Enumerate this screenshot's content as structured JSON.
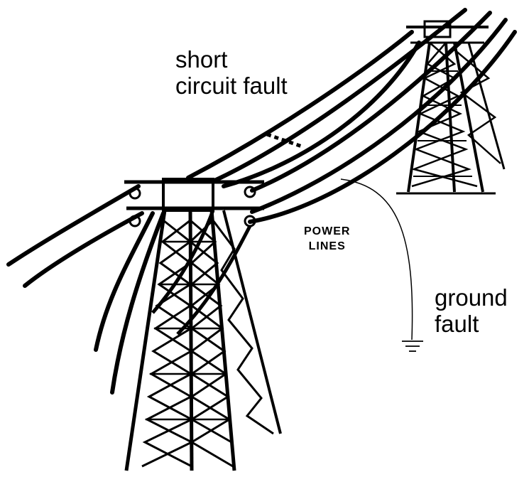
{
  "labels": {
    "short_circuit_line1": "short",
    "short_circuit_line2": "circuit fault",
    "power_lines_line1": "POWER",
    "power_lines_line2": "LINES",
    "ground_fault_line1": "ground",
    "ground_fault_line2": "fault"
  },
  "colors": {
    "ink": "#000000",
    "background": "#ffffff"
  },
  "icons": [
    "transmission-tower-icon",
    "ground-symbol-icon"
  ]
}
